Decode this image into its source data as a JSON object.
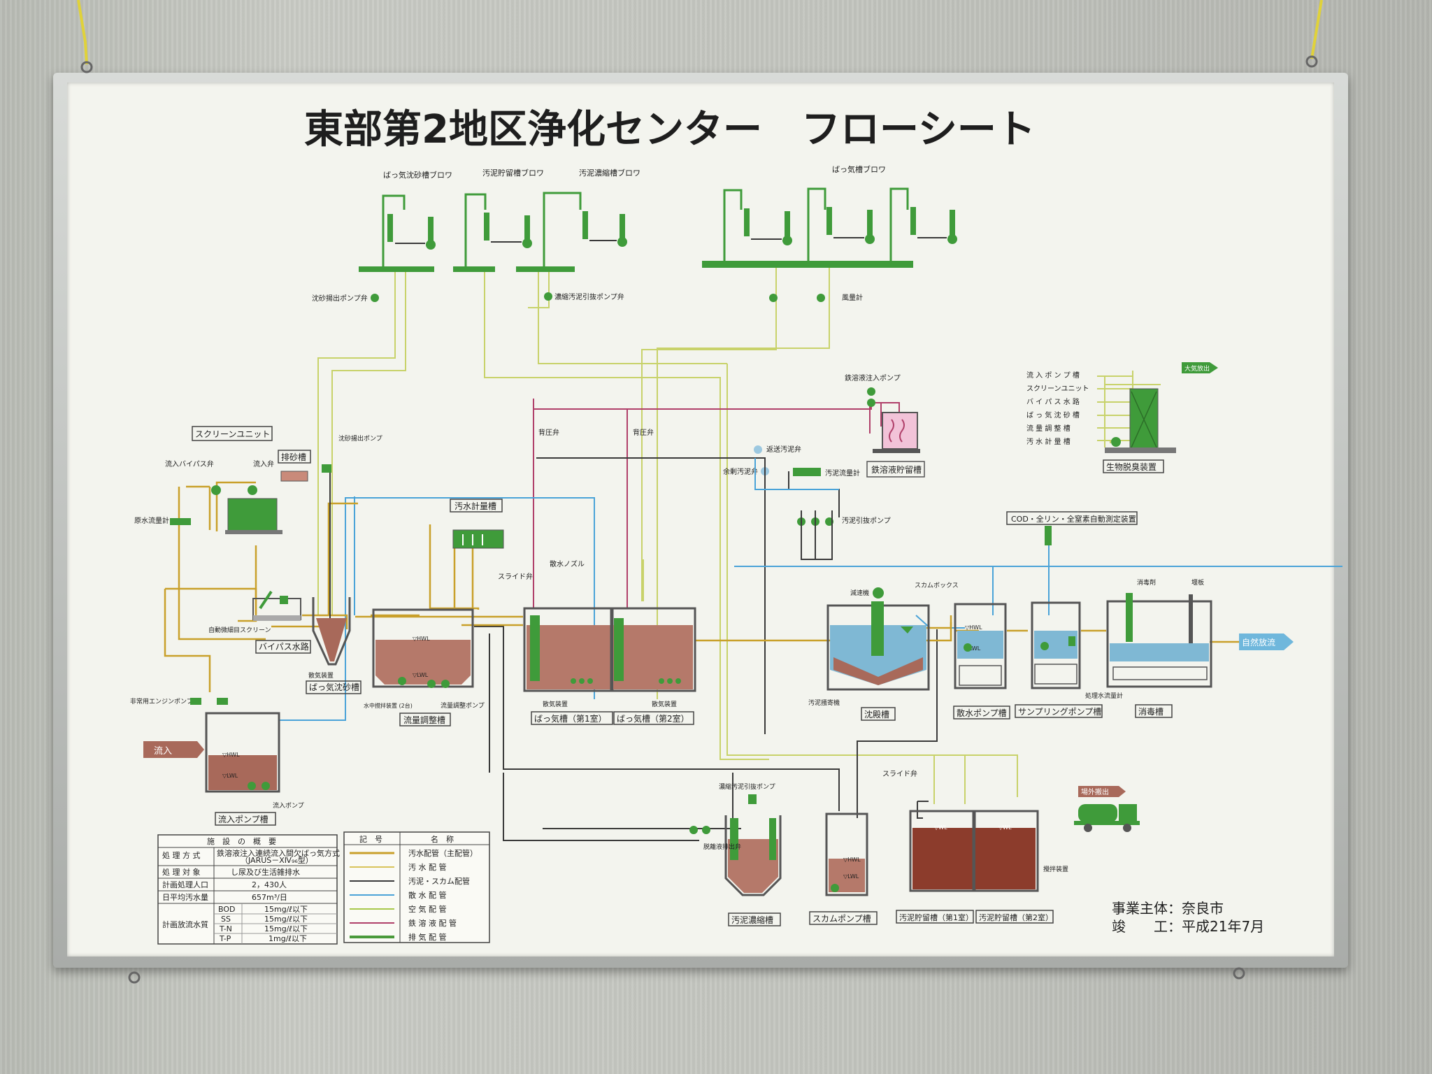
{
  "title": "東部第2地区浄化センター　フローシート",
  "labels": {
    "blower_grit": "ばっ気沈砂槽ブロワ",
    "blower_sludge_store": "汚泥貯留槽ブロワ",
    "blower_sludge_thicken": "汚泥濃縮槽ブロワ",
    "blower_aeration": "ばっ気槽ブロワ",
    "grit_pump_valve": "沈砂揚出ポンプ弁",
    "thick_sludge_pump_valve": "濃縮汚泥引抜ポンプ弁",
    "air_flow_meter": "風量計",
    "iron_inject_pump": "鉄溶液注入ポンプ",
    "iron_store_tank": "鉄溶液貯留槽",
    "back_pressure_valve_1": "背圧弁",
    "back_pressure_valve_2": "背圧弁",
    "return_sludge_valve": "返送汚泥弁",
    "excess_sludge_valve": "余剰汚泥弁",
    "sludge_flow_meter": "汚泥流量計",
    "sludge_draw_pump": "汚泥引抜ポンプ",
    "screen_unit": "スクリーンユニット",
    "grit_tank": "排砂槽",
    "inflow_bypass_valve": "流入バイパス弁",
    "inflow_valve": "流入弁",
    "raw_flow_meter": "原水流量計",
    "grit_pump": "沈砂揚出ポンプ",
    "sewage_meter_tank": "汚水計量槽",
    "slide_valve_1": "スライド弁",
    "spray_nozzle": "散水ノズル",
    "auto_screen": "自動微細目スクリーン",
    "bypass_channel": "バイパス水路",
    "diffuser": "散気装置",
    "aerated_grit": "ばっ気沈砂槽",
    "emergency_pump": "非常用エンジンポンプ",
    "inflow": "流入",
    "inflow_pump_label": "流入ポンプ",
    "inflow_pump_tank": "流入ポンプ槽",
    "underwater_mixer": "水中撹拌装置 (2台)",
    "flow_adjust_pump": "流量調整ポンプ",
    "flow_adjust_tank": "流量調整槽",
    "diffuser_2": "散気装置",
    "diffuser_3": "散気装置",
    "aeration_1": "ばっ気槽（第1室）",
    "aeration_2": "ばっ気槽（第2室）",
    "reducer": "減速機",
    "scum_box": "スカムボックス",
    "sludge_scraper": "汚泥掻寄機",
    "settling_tank": "沈殿槽",
    "spray_pump_tank": "散水ポンプ槽",
    "sampling_pump_tank": "サンプリングポンプ槽",
    "treated_flow_meter": "処理水流量計",
    "disinfect_tank": "消毒槽",
    "disinfectant": "消毒剤",
    "weir": "堰板",
    "natural_discharge": "自然放流",
    "cod_meter": "COD・全リン・全窒素自動測定装置",
    "thick_sludge_pump": "濃縮汚泥引抜ポンプ",
    "dewater_valve": "脱離液排出弁",
    "slide_valve_2": "スライド弁",
    "offsite_carry": "場外搬出",
    "mixer": "攪拌装置",
    "sludge_thicken_tank": "汚泥濃縮槽",
    "scum_pump_tank": "スカムポンプ槽",
    "sludge_store_1": "汚泥貯留槽（第1室）",
    "sludge_store_2": "汚泥貯留槽（第2室）",
    "bio_deodor": "生物脱臭装置",
    "atmo_release": "大気放出",
    "hwl": "▽HWL",
    "lwl": "▽LWL",
    "wl": "▽WL",
    "deodor_sources": [
      "流 入 ポ ン プ 槽",
      "スクリーンユニット",
      "バ イ パ ス 水 路",
      "ば っ 気 沈 砂 槽",
      "流 量 調 整 槽",
      "汚 水 計 量 槽"
    ]
  },
  "overview": {
    "header": "施　設　の　概　要",
    "rows": [
      {
        "k": "処 理 方 式",
        "v": "鉄溶液注入連続流入間欠ばっ気方式",
        "sub": "（JARUS－ⅩⅣ₉₆型）"
      },
      {
        "k": "処 理 対 象",
        "v": "し尿及び生活雑排水"
      },
      {
        "k": "計画処理人口",
        "v": "2，430人"
      },
      {
        "k": "日平均汚水量",
        "v": "657m³/日"
      }
    ],
    "quality_label": "計画放流水質",
    "quality": [
      {
        "k": "BOD",
        "v": "15mg/ℓ以下"
      },
      {
        "k": "SS",
        "v": "15mg/ℓ以下"
      },
      {
        "k": "T-N",
        "v": "15mg/ℓ以下"
      },
      {
        "k": "T-P",
        "v": "1mg/ℓ以下"
      }
    ]
  },
  "legend": {
    "col1": "記　号",
    "col2": "名　称",
    "items": [
      {
        "name": "汚水配管（主配管）",
        "color": "#c9a02a"
      },
      {
        "name": "汚 水 配 管",
        "color": "#d8c45a"
      },
      {
        "name": "汚泥・スカム配管",
        "color": "#3a3a3a"
      },
      {
        "name": "散 水 配 管",
        "color": "#4aa3d8"
      },
      {
        "name": "空 気 配 管",
        "color": "#a8c84a"
      },
      {
        "name": "鉄 溶 液 配 管",
        "color": "#b0406a"
      },
      {
        "name": "排 気 配 管",
        "color": "#4a9a3a"
      }
    ]
  },
  "owner": {
    "line1": "事業主体：奈良市",
    "line2": "竣　　工：平成21年7月"
  },
  "colors": {
    "sludge": "#8c4c3c",
    "water": "#6fb7dc",
    "equipment": "#3f9b3a",
    "frame": "#555555"
  }
}
